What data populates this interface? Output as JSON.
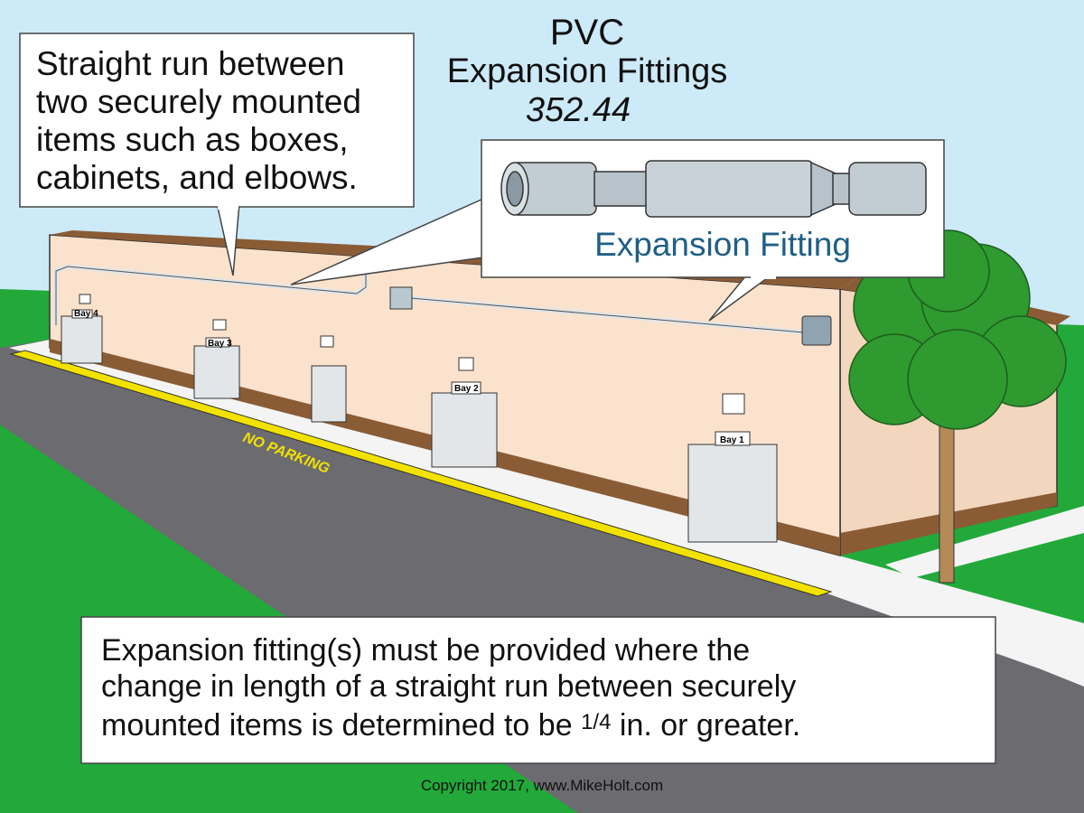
{
  "title": {
    "line1": "PVC",
    "line2": "Expansion Fittings",
    "section": "352.44"
  },
  "callout": {
    "lines": [
      "Straight run between",
      "two securely mounted",
      "items such as boxes,",
      "cabinets, and elbows."
    ]
  },
  "fitting_label": "Expansion Fitting",
  "requirement": {
    "line1": "Expansion fitting(s) must be provided where the",
    "line2": "change in length of a straight run between securely",
    "line3_pre": "mounted items is determined to be ",
    "fraction": "1/4",
    "line3_post": " in. or greater."
  },
  "pavement_text": "NO PARKING",
  "bays": [
    "Bay 4",
    "Bay 3",
    "Bay 2",
    "Bay 1"
  ],
  "copyright": "Copyright 2017, www.MikeHolt.com",
  "colors": {
    "sky": "#cdeaf8",
    "grass": "#22a93a",
    "road": "#6b6b70",
    "sidewalk": "#f4f4f4",
    "wall": "#fbe2cc",
    "roof": "#8a5c36",
    "no_parking_line": "#f2e200",
    "fitting_label": "#1f5f86",
    "tree_leaves": "#2f9a2f",
    "tree_trunk": "#b58a56"
  }
}
